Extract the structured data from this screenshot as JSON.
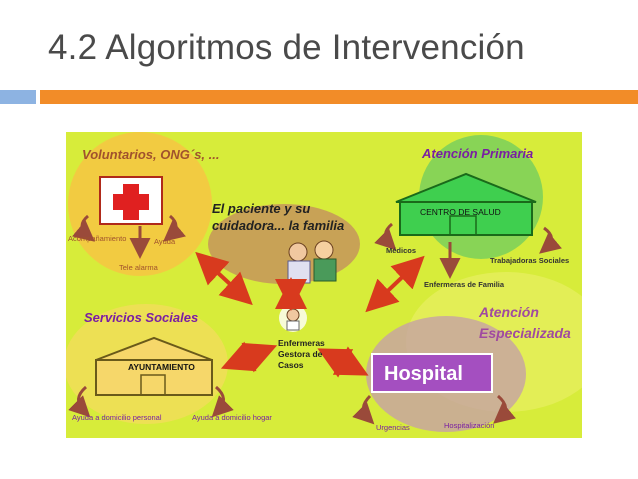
{
  "title": "4.2 Algoritmos de Intervención",
  "diagram": {
    "voluntarios": "Voluntarios, ONG´s, ...",
    "acompanamiento": "Acompañamiento",
    "ayuda": "Ayuda",
    "tele_alarma": "Tele alarma",
    "paciente_line1": "El paciente y su",
    "paciente_line2": "cuidadora... la familia",
    "atencion_primaria": "Atención Primaria",
    "centro_salud": "CENTRO DE SALUD",
    "medicos": "Médicos",
    "trabajadoras_sociales": "Trabajadoras Sociales",
    "enfermeras_familia": "Enfermeras de Familia",
    "servicios_sociales": "Servicios Sociales",
    "ayuntamiento": "AYUNTAMIENTO",
    "ayuda_personal": "Ayuda a domicilio personal",
    "ayuda_hogar": "Ayuda a domicilio hogar",
    "gestora_line1": "Enfermeras",
    "gestora_line2": "Gestora de",
    "gestora_line3": "Casos",
    "atencion_esp_line1": "Atención",
    "atencion_esp_line2": "Especializada",
    "hospital": "Hospital",
    "urgencias": "Urgencias",
    "hospitalizacion": "Hospitalización"
  },
  "colors": {
    "title": "#4a4a4a",
    "rule_blue": "#8db3e2",
    "rule_orange": "#f28c28",
    "background": "#d7ec3a",
    "volunteer_circle": "#f5c842",
    "primary_circle": "#7fd15a",
    "patient_ellipse": "#c79a5a",
    "hospital_ellipse": "#c8a6a0",
    "building": "#f6d76a",
    "health_center": "#3fcf4f",
    "hospital_box": "#a44fc0",
    "arrow_red": "#d83a1e",
    "label_brown": "#a0522d",
    "label_purple": "#7a1fa2"
  }
}
